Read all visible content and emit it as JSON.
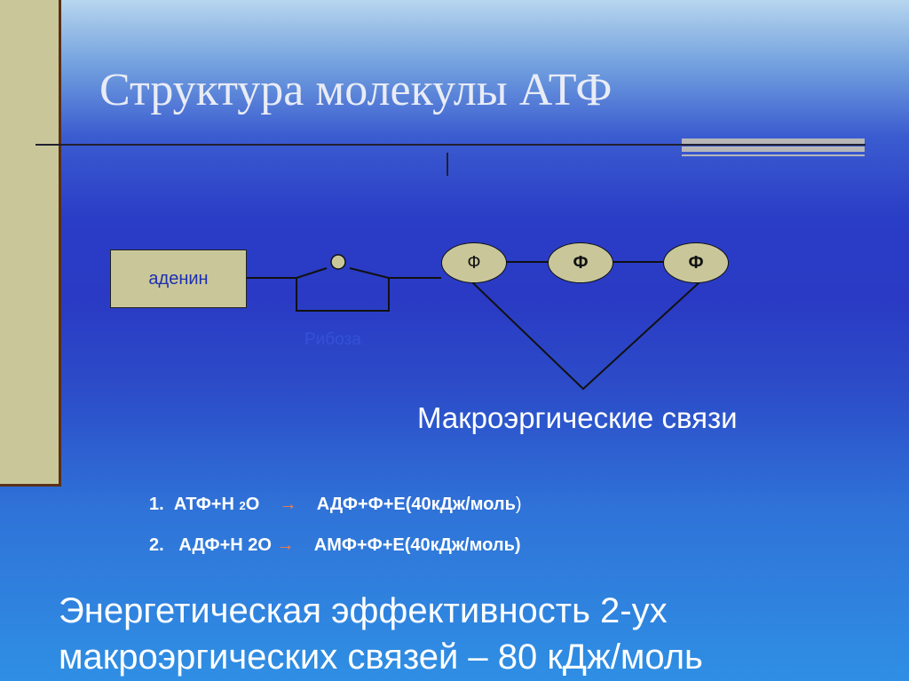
{
  "slide": {
    "title": "Структура молекулы АТФ"
  },
  "diagram": {
    "adenine": "аденин",
    "ribose": "Рибоза",
    "phosphates": [
      "Ф",
      "Ф",
      "Ф"
    ],
    "bonds_label": "Макроэргические связи"
  },
  "reactions": [
    {
      "num": "1.",
      "left": "АТФ+Н",
      "sub": "2",
      "after_sub": "О",
      "right": "АДФ+Ф+Е(40кДж/моль",
      "tail": ")"
    },
    {
      "num": "2.",
      "left": "АДФ+Н 2О",
      "right": "АМФ+Ф+Е(40кДж/моль)"
    }
  ],
  "summary": {
    "line1": "Энергетическая эффективность 2-ух",
    "line2": "макроэргических связей – 80 кДж/моль"
  },
  "colors": {
    "box_fill": "#c9c79a",
    "arrow": "#ff7a3a",
    "label_blue": "#1d2fb0"
  }
}
